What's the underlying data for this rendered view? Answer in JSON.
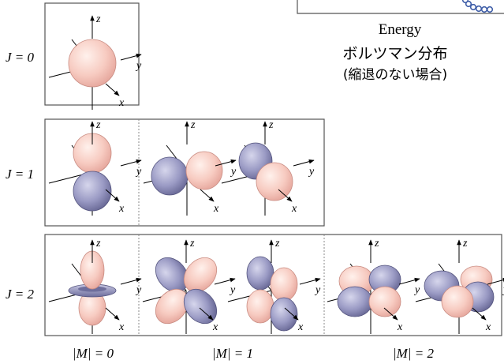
{
  "caption": {
    "energy": "Energy",
    "title": "ボルツマン分布",
    "subtitle": "(縮退のない場合)"
  },
  "rows": [
    {
      "j_label": "J = 0"
    },
    {
      "j_label": "J = 1"
    },
    {
      "j_label": "J = 2"
    }
  ],
  "columns": [
    {
      "m_label": "|M| = 0"
    },
    {
      "m_label": "|M| = 1"
    },
    {
      "m_label": "|M| = 2"
    }
  ],
  "axes": {
    "z": "z",
    "y": "y",
    "x": "x"
  },
  "colors": {
    "positive_lobe": "#f6c9c0",
    "negative_lobe": "#8d8db7",
    "torus": "#8f8fb8",
    "frame": "#555555",
    "divider": "#888888",
    "legend_dots": "#3f5ea8"
  }
}
